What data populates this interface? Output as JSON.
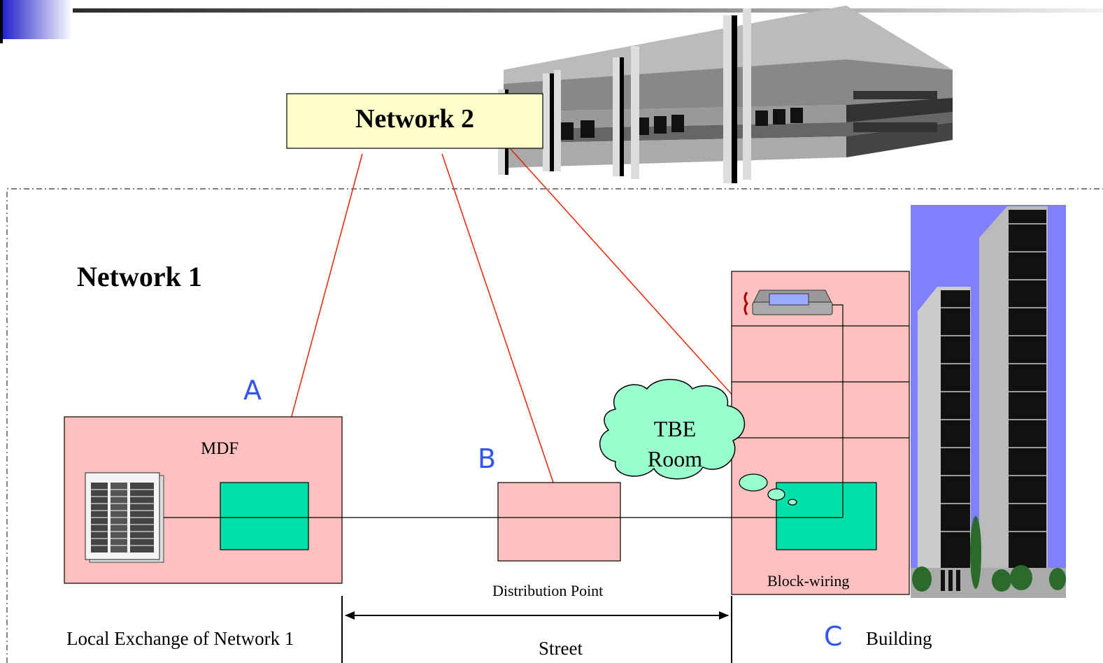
{
  "network2": {
    "label": "Network 2"
  },
  "network1": {
    "label": "Network 1"
  },
  "markers": {
    "a": "A",
    "b": "B",
    "c": "C"
  },
  "labels": {
    "mdf": "MDF",
    "tbe_line1": "TBE",
    "tbe_line2": "Room",
    "distribution_point": "Distribution Point",
    "block_wiring": "Block-wiring",
    "local_exchange": "Local Exchange of Network 1",
    "street": "Street",
    "building": "Building"
  },
  "colors": {
    "pink_box": "#FFC0C0",
    "green_box": "#00E0A8",
    "cloud": "#99FFCC",
    "network2_box": "#FFFFCC",
    "marker_blue": "#3355EE",
    "link_red": "#EE2200",
    "sky": "#8080FF"
  },
  "icons": [
    "exchange-rack-icon",
    "telephone-icon",
    "office-building-icon",
    "tower-buildings-icon",
    "title-accent-icon"
  ]
}
